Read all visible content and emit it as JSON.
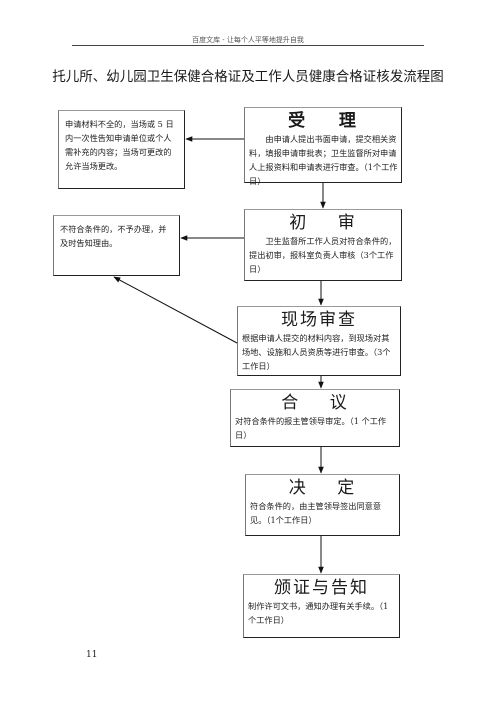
{
  "header": {
    "text": "百度文库 - 让每个人平等地提升自我"
  },
  "title": "托儿所、幼儿园卫生保健合格证及工作人员健康合格证核发流程图",
  "steps": [
    {
      "title": "受    理",
      "desc": "由申请人提出书面申请，提交相关资料，填报申请审批表；卫生监督所对申请人上报资料和申请表进行审查。（1个工作日）"
    },
    {
      "title": "初    审",
      "desc": "卫生监督所工作人员对符合条件的，提出初审，报科室负责人审核（3个工作日）"
    },
    {
      "title": "现场审查",
      "desc": "根据申请人提交的材料内容，到现场对其场地、设施和人员资质等进行审查。（3个工作日）"
    },
    {
      "title": "合    议",
      "desc": "对符合条件的报主管领导审定。（1 个工作日）"
    },
    {
      "title": "决    定",
      "desc": "符合条件的，由主管领导签出同意意见。（1个工作日）"
    },
    {
      "title": "颁证与告知",
      "desc": "制作许可文书，通知办理有关手续。（1个工作日）"
    }
  ],
  "notes": [
    {
      "text": "申请材料不全的，当场或 5 日内一次性告知申请单位或个人需补充的内容；当场可更改的允许当场更改。"
    },
    {
      "text": "不符合条件的，不予办理，并及时告知理由。"
    }
  ],
  "footer": {
    "page_number": "11"
  }
}
